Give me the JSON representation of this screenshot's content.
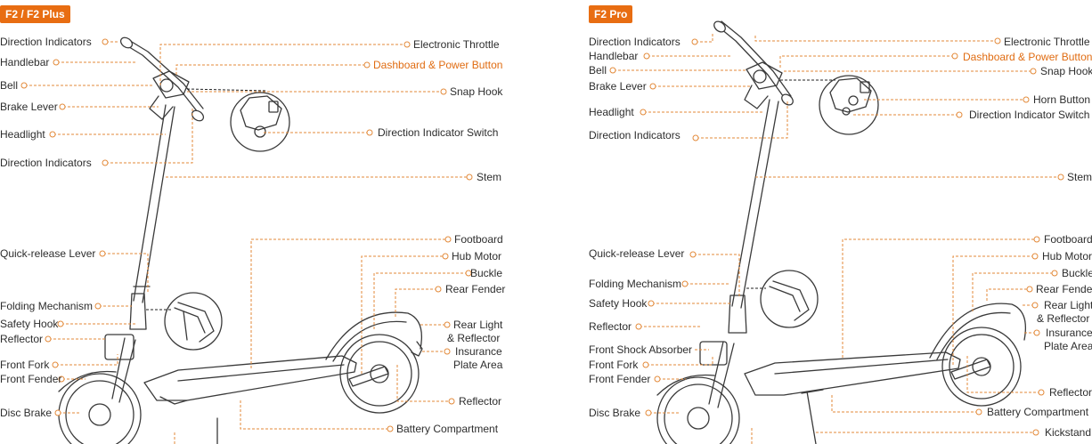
{
  "left": {
    "badge": "F2 / F2 Plus",
    "labels": {
      "direction_indicators_top": "Direction Indicators",
      "handlebar": "Handlebar",
      "bell": "Bell",
      "brake_lever": "Brake Lever",
      "headlight": "Headlight",
      "direction_indicators_bottom": "Direction Indicators",
      "quick_release": "Quick-release Lever",
      "folding": "Folding Mechanism",
      "safety_hook": "Safety Hook",
      "reflector_left": "Reflector",
      "front_fork": "Front Fork",
      "front_fender": "Front Fender",
      "disc_brake": "Disc Brake",
      "electronic_throttle": "Electronic Throttle",
      "dashboard": "Dashboard & Power Button",
      "snap_hook": "Snap Hook",
      "direction_switch": "Direction Indicator Switch",
      "stem": "Stem",
      "footboard": "Footboard",
      "hub_motor": "Hub Motor",
      "buckle": "Buckle",
      "rear_fender": "Rear Fender",
      "rear_light": "Rear Light",
      "rear_reflector": "& Reflector",
      "insurance": "Insurance",
      "plate_area": "Plate Area",
      "reflector_right": "Reflector",
      "battery": "Battery Compartment"
    }
  },
  "right": {
    "badge": "F2 Pro",
    "labels": {
      "direction_indicators_top": "Direction Indicators",
      "handlebar": "Handlebar",
      "bell": "Bell",
      "brake_lever": "Brake Lever",
      "headlight": "Headlight",
      "direction_indicators_bottom": "Direction Indicators",
      "quick_release": "Quick-release Lever",
      "folding": "Folding Mechanism",
      "safety_hook": "Safety Hook",
      "reflector_left": "Reflector",
      "front_shock": "Front Shock Absorber",
      "front_fork": "Front Fork",
      "front_fender": "Front Fender",
      "disc_brake": "Disc Brake",
      "electronic_throttle": "Electronic Throttle",
      "dashboard": "Dashboard & Power Button",
      "snap_hook": "Snap Hook",
      "horn_button": "Horn Button",
      "direction_switch": "Direction Indicator Switch",
      "stem": "Stem",
      "footboard": "Footboard",
      "hub_motor": "Hub Motor",
      "buckle": "Buckle",
      "rear_fender": "Rear Fender",
      "rear_light": "Rear Light",
      "rear_reflector": "& Reflector",
      "insurance": "Insurance",
      "plate_area": "Plate Area",
      "reflector_right": "Reflector",
      "battery": "Battery Compartment",
      "kickstand": "Kickstand"
    }
  },
  "colors": {
    "accent": "#e86d12",
    "leader": "#e38a3a",
    "line": "#3a3a3a"
  }
}
